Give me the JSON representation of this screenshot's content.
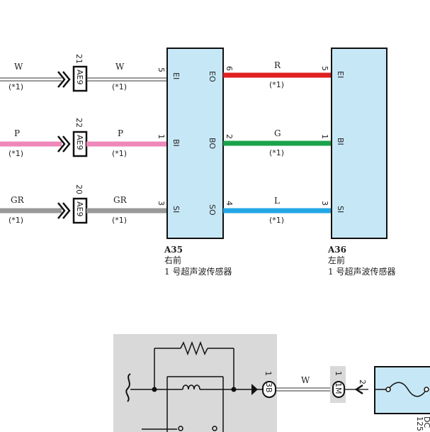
{
  "wires_left": [
    {
      "pin": "21",
      "connector": "AE9",
      "color_code": "W",
      "note": "(*1)",
      "end_pin": "5",
      "end_term": "EI"
    },
    {
      "pin": "22",
      "connector": "AE9",
      "color_code": "P",
      "note": "(*1)",
      "end_pin": "1",
      "end_term": "BI"
    },
    {
      "pin": "20",
      "connector": "AE9",
      "color_code": "GR",
      "note": "(*1)",
      "end_pin": "3",
      "end_term": "SI"
    }
  ],
  "wires_mid": [
    {
      "from_pin": "6",
      "from_term": "EO",
      "color_code": "R",
      "note": "(*1)",
      "to_pin": "5",
      "to_term": "EI"
    },
    {
      "from_pin": "2",
      "from_term": "BO",
      "color_code": "G",
      "note": "(*1)",
      "to_pin": "1",
      "to_term": "BI"
    },
    {
      "from_pin": "4",
      "from_term": "SO",
      "color_code": "L",
      "note": "(*1)",
      "to_pin": "3",
      "to_term": "SI"
    }
  ],
  "component_a35": {
    "code": "A35",
    "position": "右前",
    "name": "1 号超声波传感器"
  },
  "component_a36": {
    "code": "A36",
    "position": "左前",
    "name": "1 号超声波传感器"
  },
  "bottom": {
    "conn1": {
      "pin": "1",
      "label": "3B"
    },
    "wire_color": "W",
    "conn2": {
      "pin": "1",
      "label": "1M"
    },
    "conn3_pin": "2",
    "edge_text_1": "125",
    "edge_text_2": "DC"
  },
  "colors": {
    "box_fill": "#c6e7f6",
    "red": "#e02020",
    "green": "#1aa34a",
    "blue": "#22a6e6",
    "pink": "#ee88bb",
    "gray": "#999999",
    "panel": "#d9d9d9"
  }
}
